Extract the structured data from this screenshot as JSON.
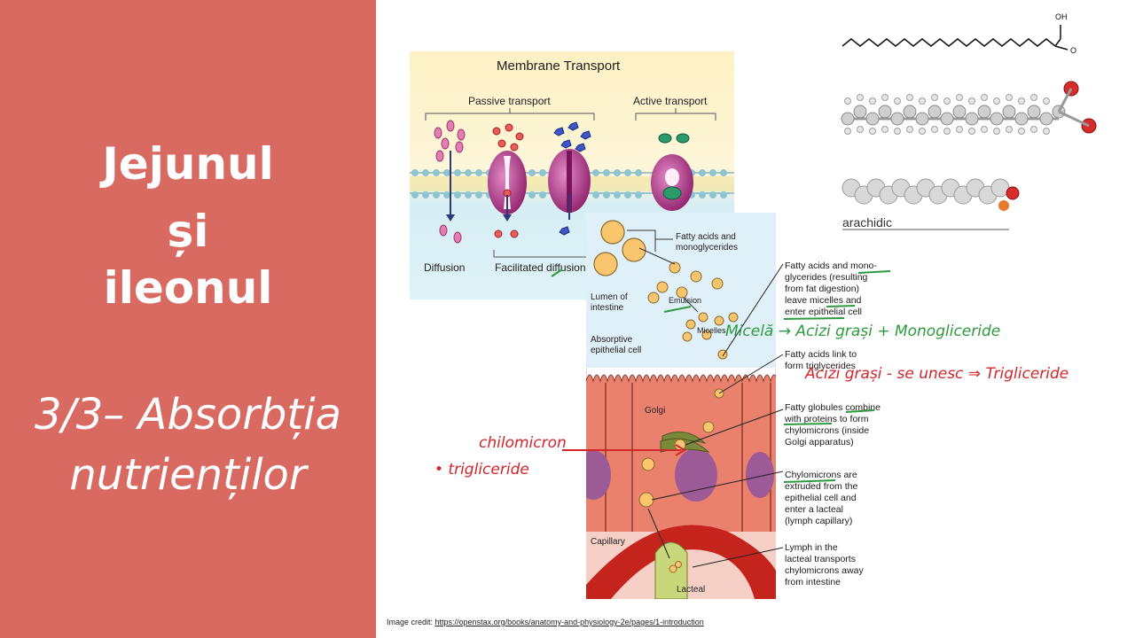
{
  "slide": {
    "title_lines": [
      "Jejunul",
      "și",
      "ileonul"
    ],
    "subtitle_lines": [
      "3/3– Absorbția",
      "nutrienților"
    ],
    "credit_prefix": "Image credit: ",
    "credit_url": "https://openstax.org/books/anatomy-and-physiology-2e/pages/1-introduction"
  },
  "membrane_figure": {
    "title": "Membrane Transport",
    "passive": "Passive transport",
    "active": "Active transport",
    "diffusion": "Diffusion",
    "facilitated": "Facilitated diffusion"
  },
  "absorption_figure": {
    "fatty_acids_label": "Fatty acids and\nmonoglycerides",
    "lumen": "Lumen of\nintestine",
    "emulsion": "Emulsion",
    "micelles": "Micelles",
    "absorptive": "Absorptive\nepithelial cell",
    "golgi": "Golgi",
    "capillary": "Capillary",
    "lacteal": "Lacteal",
    "note1": "Fatty acids and mono-\nglycerides (resulting\nfrom fat digestion)\nleave micelles and\nenter epithelial cell",
    "note2": "Fatty acids link to\nform triglycerides",
    "note3": "Fatty globules combine\nwith proteins to form\nchylomicrons (inside\nGolgi apparatus)",
    "note4": "Chylomicrons are\nextruded from the\nepithelial cell and\nenter a lacteal\n(lymph capillary)",
    "note5": "Lymph in the\nlacteal transports\nchylomicrons away\nfrom intestine"
  },
  "molecule": {
    "oh": "OH",
    "o": "O",
    "name": "arachidic"
  },
  "annotations": {
    "micelle_note": "Micelă → Acizi grași + Monogliceride",
    "trig_note": "Acizi grași - se unesc ⇒ Trigliceride",
    "chylomicron": "chilomicron",
    "triglyceride": "• trigliceride"
  },
  "colors": {
    "left_panel": "#d86a62",
    "green_annotation": "#2e9a3f",
    "red_annotation": "#d3252a",
    "cell_fill": "#e9816c",
    "lumen_fill": "#dff0f8",
    "membrane_bg": "#fbf0c6"
  }
}
